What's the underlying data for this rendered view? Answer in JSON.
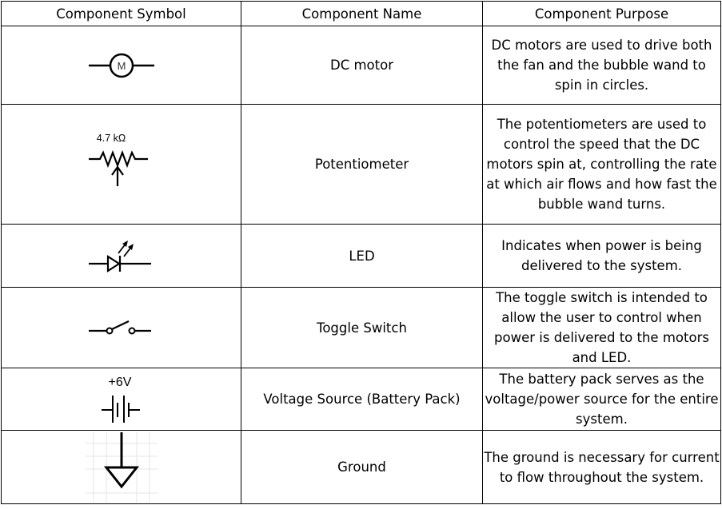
{
  "headers": {
    "symbol": "Component Symbol",
    "name": "Component Name",
    "purpose": "Component Purpose"
  },
  "rows": [
    {
      "icon": "dc-motor-symbol-icon",
      "symbol_label": "M",
      "name": "DC motor",
      "purpose": "DC motors are used to drive both the fan and the bubble wand to spin in circles."
    },
    {
      "icon": "potentiometer-symbol-icon",
      "symbol_label": "4.7 kΩ",
      "name": "Potentiometer",
      "purpose": "The potentiometers are used to control the speed that the DC motors spin at, controlling the rate at which air flows and how fast the bubble wand turns."
    },
    {
      "icon": "led-symbol-icon",
      "name": "LED",
      "purpose": "Indicates when power is being delivered to the system."
    },
    {
      "icon": "toggle-switch-symbol-icon",
      "name": "Toggle Switch",
      "purpose": "The toggle switch is intended to allow the user to control when power is delivered to the motors and LED."
    },
    {
      "icon": "battery-symbol-icon",
      "symbol_label": "+6V",
      "name": "Voltage Source (Battery Pack)",
      "purpose": "The battery pack serves as the voltage/power source for the entire system."
    },
    {
      "icon": "ground-symbol-icon",
      "name": "Ground",
      "purpose": "The ground is necessary for current to flow throughout the system."
    }
  ]
}
